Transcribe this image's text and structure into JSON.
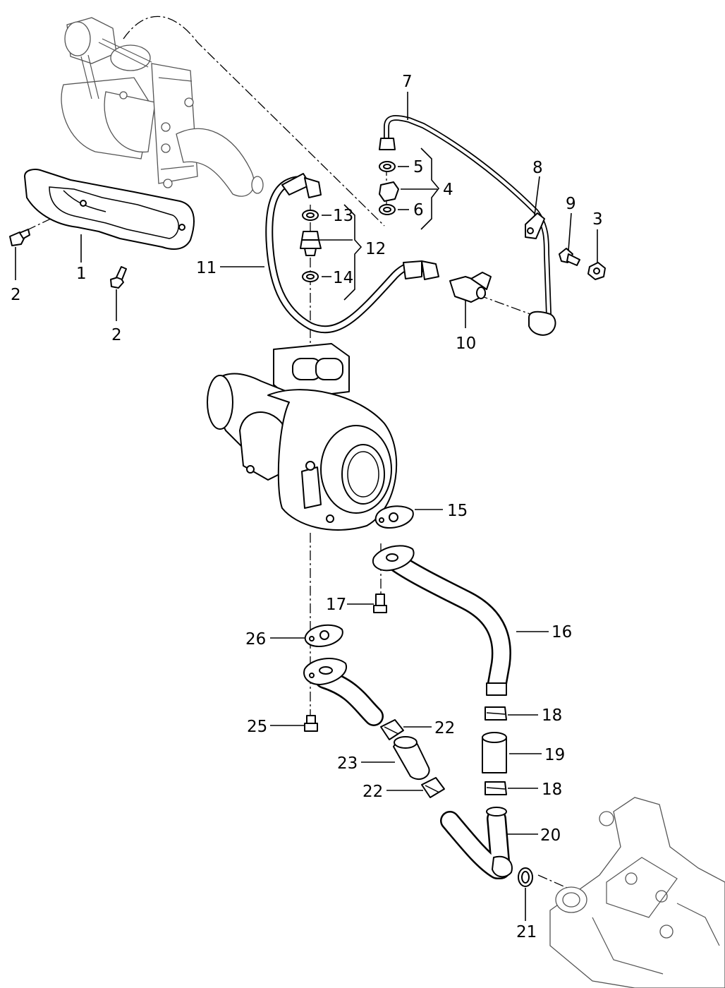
{
  "diagram": {
    "callouts": [
      {
        "id": "c1",
        "text": "1"
      },
      {
        "id": "c2a",
        "text": "2"
      },
      {
        "id": "c2b",
        "text": "2"
      },
      {
        "id": "c3",
        "text": "3"
      },
      {
        "id": "c4",
        "text": "4"
      },
      {
        "id": "c5",
        "text": "5"
      },
      {
        "id": "c6",
        "text": "6"
      },
      {
        "id": "c7",
        "text": "7"
      },
      {
        "id": "c8",
        "text": "8"
      },
      {
        "id": "c9",
        "text": "9"
      },
      {
        "id": "c10",
        "text": "10"
      },
      {
        "id": "c11",
        "text": "11"
      },
      {
        "id": "c12",
        "text": "12"
      },
      {
        "id": "c13",
        "text": "13"
      },
      {
        "id": "c14",
        "text": "14"
      },
      {
        "id": "c15",
        "text": "15"
      },
      {
        "id": "c16",
        "text": "16"
      },
      {
        "id": "c17",
        "text": "17"
      },
      {
        "id": "c18a",
        "text": "18"
      },
      {
        "id": "c18b",
        "text": "18"
      },
      {
        "id": "c19",
        "text": "19"
      },
      {
        "id": "c20",
        "text": "20"
      },
      {
        "id": "c21",
        "text": "21"
      },
      {
        "id": "c22a",
        "text": "22"
      },
      {
        "id": "c22b",
        "text": "22"
      },
      {
        "id": "c23",
        "text": "23"
      },
      {
        "id": "c25",
        "text": "25"
      },
      {
        "id": "c26",
        "text": "26"
      }
    ]
  }
}
